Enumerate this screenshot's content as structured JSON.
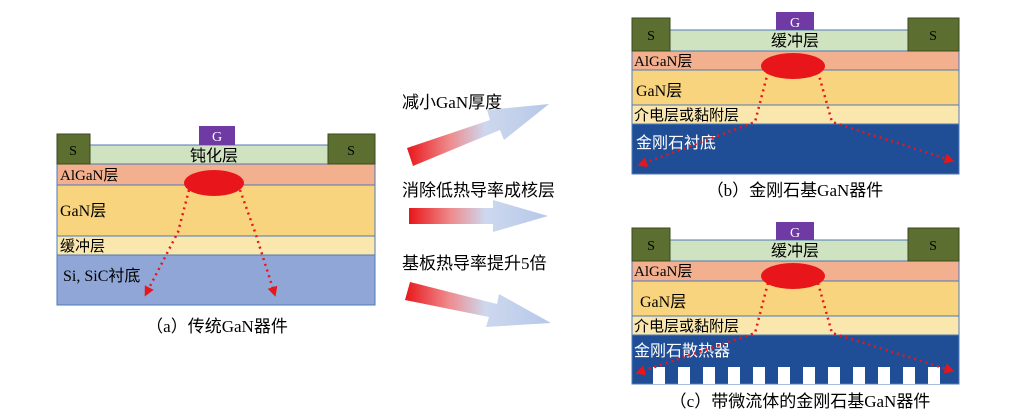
{
  "colors": {
    "electrode": "#5d6e31",
    "gate": "#6f3aa3",
    "passivation": "#cfe3c0",
    "algan": "#f2b08f",
    "gan": "#f7d47d",
    "buffer": "#fae7ad",
    "si_substrate": "#8fa6d6",
    "diamond": "#1f4e96",
    "heat_ellipse": "#e8161a",
    "heat_path": "#e8161a",
    "layer_border": "#4f78b8",
    "arrow_tail": "#e8161a",
    "arrow_head": "#b6c8e8"
  },
  "device_a": {
    "source_left": "S",
    "gate": "G",
    "source_right": "S",
    "passivation": "钝化层",
    "algan": "AlGaN层",
    "gan": "GaN层",
    "buffer": "缓冲层",
    "substrate": "Si, SiC衬底",
    "caption": "（a）传统GaN器件"
  },
  "device_b": {
    "source_left": "S",
    "gate": "G",
    "source_right": "S",
    "buffer": "缓冲层",
    "algan": "AlGaN层",
    "gan": "GaN层",
    "dielectric": "介电层或黏附层",
    "substrate": "金刚石衬底",
    "caption": "（b）金刚石基GaN器件"
  },
  "device_c": {
    "source_left": "S",
    "gate": "G",
    "source_right": "S",
    "buffer": "缓冲层",
    "algan": "AlGaN层",
    "gan": "GaN层",
    "dielectric": "介电层或黏附层",
    "substrate": "金刚石散热器",
    "caption": "（c）带微流体的金刚石基GaN器件"
  },
  "arrows": {
    "top": "减小GaN厚度",
    "middle": "消除低热导率成核层",
    "bottom": "基板热导率提升5倍"
  }
}
